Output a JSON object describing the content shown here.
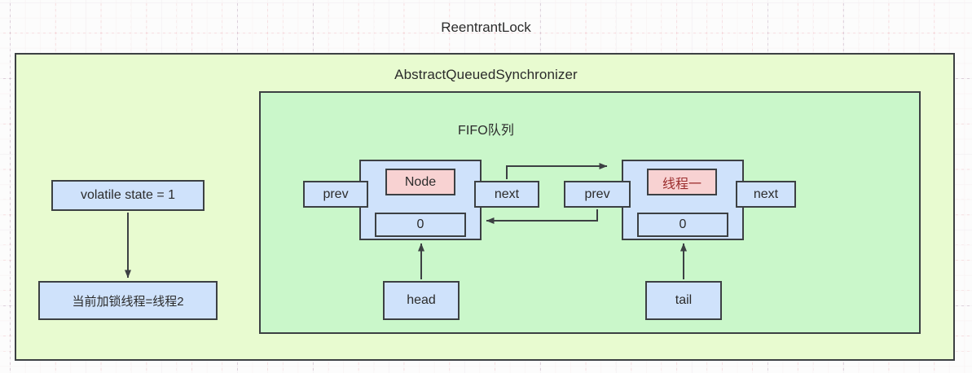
{
  "diagram": {
    "title": "ReentrantLock",
    "outer_container": {
      "label": "AbstractQueuedSynchronizer",
      "fill_color": "#e8fbd0",
      "border_color": "#3c4043"
    },
    "inner_container": {
      "label": "FIFO队列",
      "fill_color": "#caf7ca",
      "border_color": "#3c4043"
    },
    "state": {
      "volatile_state_label": "volatile state = 1",
      "current_lock_thread_label": "当前加锁线程=线程2"
    },
    "nodes": [
      {
        "name": "node-1",
        "prev_label": "prev",
        "next_label": "next",
        "title_label": "Node",
        "title_color": "#2b2b2b",
        "title_fill": "#f8d2d2",
        "value_label": "0",
        "pointer_label": "head"
      },
      {
        "name": "node-2",
        "prev_label": "prev",
        "next_label": "next",
        "title_label": "线程一",
        "title_color": "#9b2d2d",
        "title_fill": "#f8d2d2",
        "value_label": "0",
        "pointer_label": "tail"
      }
    ],
    "colors": {
      "box_fill": "#cfe2fb",
      "pink_fill": "#f8d2d2",
      "stroke": "#3c4043",
      "text": "#2b2b2b",
      "accent_red": "#9b2d2d"
    }
  }
}
